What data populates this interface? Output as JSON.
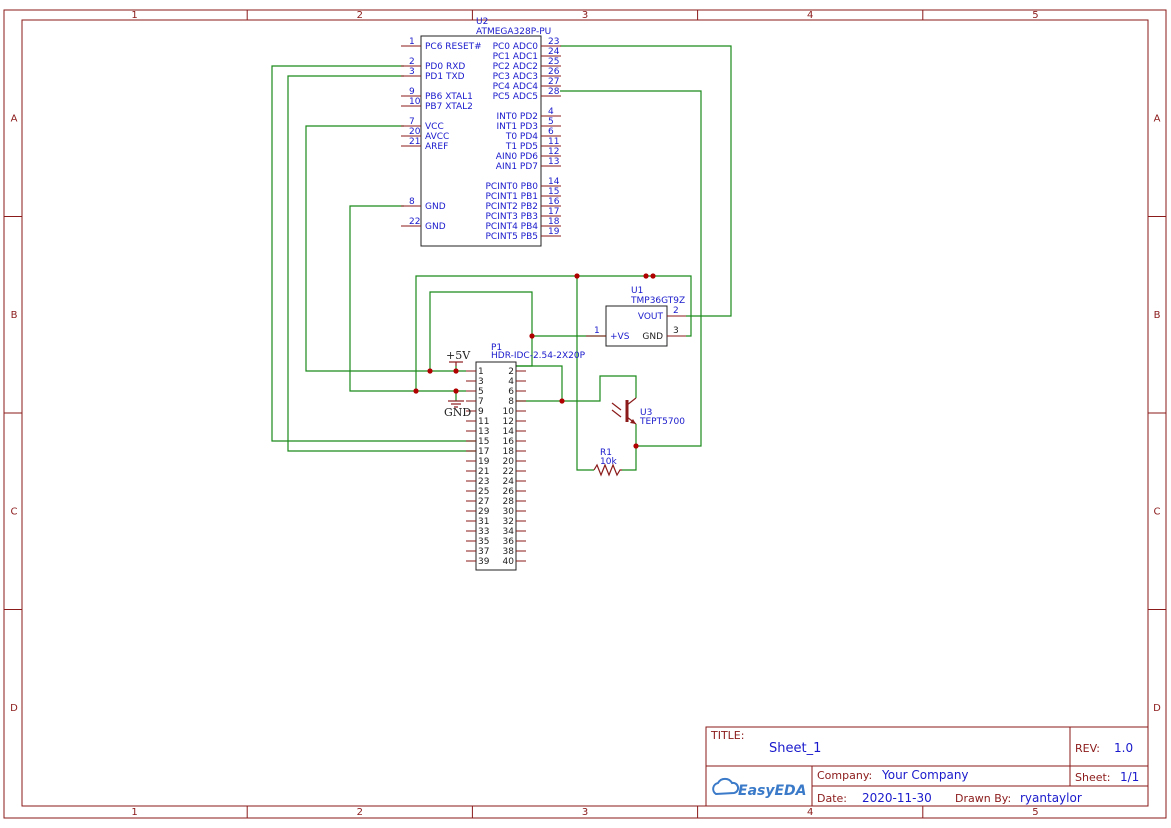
{
  "zones": {
    "columns": [
      "1",
      "2",
      "3",
      "4",
      "5"
    ],
    "rows": [
      "A",
      "B",
      "C",
      "D"
    ]
  },
  "u2": {
    "ref": "U2",
    "value": "ATMEGA328P-PU",
    "left_pins": [
      {
        "num": "1",
        "name": "PC6 RESET#"
      },
      {
        "num": "2",
        "name": "PD0 RXD"
      },
      {
        "num": "3",
        "name": "PD1 TXD"
      },
      {
        "num": "9",
        "name": "PB6 XTAL1"
      },
      {
        "num": "10",
        "name": "PB7 XTAL2"
      },
      {
        "num": "7",
        "name": "VCC"
      },
      {
        "num": "20",
        "name": "AVCC"
      },
      {
        "num": "21",
        "name": "AREF"
      },
      {
        "num": "8",
        "name": "GND"
      },
      {
        "num": "22",
        "name": "GND"
      }
    ],
    "right_pins": [
      {
        "num": "23",
        "name": "PC0 ADC0"
      },
      {
        "num": "24",
        "name": "PC1 ADC1"
      },
      {
        "num": "25",
        "name": "PC2 ADC2"
      },
      {
        "num": "26",
        "name": "PC3 ADC3"
      },
      {
        "num": "27",
        "name": "PC4 ADC4"
      },
      {
        "num": "28",
        "name": "PC5 ADC5"
      },
      {
        "num": "4",
        "name": "INT0 PD2"
      },
      {
        "num": "5",
        "name": "INT1 PD3"
      },
      {
        "num": "6",
        "name": "T0 PD4"
      },
      {
        "num": "11",
        "name": "T1 PD5"
      },
      {
        "num": "12",
        "name": "AIN0 PD6"
      },
      {
        "num": "13",
        "name": "AIN1 PD7"
      },
      {
        "num": "14",
        "name": "PCINT0 PB0"
      },
      {
        "num": "15",
        "name": "PCINT1 PB1"
      },
      {
        "num": "16",
        "name": "PCINT2 PB2"
      },
      {
        "num": "17",
        "name": "PCINT3 PB3"
      },
      {
        "num": "18",
        "name": "PCINT4 PB4"
      },
      {
        "num": "19",
        "name": "PCINT5 PB5"
      }
    ]
  },
  "u1": {
    "ref": "U1",
    "value": "TMP36GT9Z",
    "pins": [
      {
        "num": "1",
        "name": "+VS"
      },
      {
        "num": "2",
        "name": "VOUT"
      },
      {
        "num": "3",
        "name": "GND"
      }
    ]
  },
  "p1": {
    "ref": "P1",
    "value": "HDR-IDC-2.54-2X20P",
    "left_nums": [
      "1",
      "3",
      "5",
      "7",
      "9",
      "11",
      "13",
      "15",
      "17",
      "19",
      "21",
      "23",
      "25",
      "27",
      "29",
      "31",
      "33",
      "35",
      "37",
      "39"
    ],
    "right_nums": [
      "2",
      "4",
      "6",
      "8",
      "10",
      "12",
      "14",
      "16",
      "18",
      "20",
      "22",
      "24",
      "26",
      "28",
      "30",
      "32",
      "34",
      "36",
      "38",
      "40"
    ]
  },
  "power": {
    "vcc_label": "+5V",
    "gnd_label": "GND"
  },
  "u3": {
    "ref": "U3",
    "value": "TEPT5700"
  },
  "r1": {
    "ref": "R1",
    "value": "10k"
  },
  "title_block": {
    "title_label": "TITLE:",
    "title_value": "Sheet_1",
    "rev_label": "REV:",
    "rev_value": "1.0",
    "company_label": "Company:",
    "company_value": "Your Company",
    "sheet_label": "Sheet:",
    "sheet_value": "1/1",
    "date_label": "Date:",
    "date_value": "2020-11-30",
    "drawn_label": "Drawn By:",
    "drawn_value": "ryantaylor",
    "logo_text": "EasyEDA"
  },
  "colors": {
    "frame": "#8b1a1a",
    "wire": "#1a8a1a",
    "pin_text": "#1a1acc",
    "junction": "#b00000"
  }
}
